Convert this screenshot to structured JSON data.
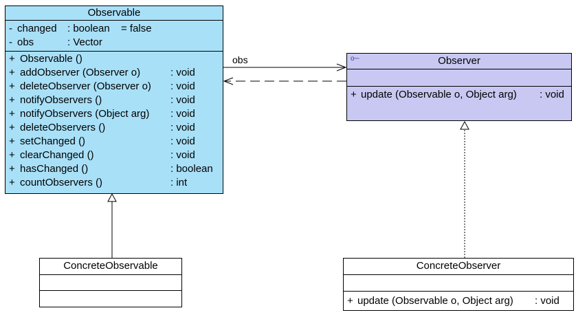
{
  "observable": {
    "name": "Observable",
    "attributes": [
      {
        "vis": "-",
        "name": "changed",
        "type": ": boolean",
        "default": "= false"
      },
      {
        "vis": "-",
        "name": "obs",
        "type": ": Vector",
        "default": ""
      }
    ],
    "operations": [
      {
        "vis": "+",
        "sig": "Observable ()",
        "ret": ""
      },
      {
        "vis": "+",
        "sig": "addObserver (Observer o)",
        "ret": ": void"
      },
      {
        "vis": "+",
        "sig": "deleteObserver (Observer o)",
        "ret": ": void"
      },
      {
        "vis": "+",
        "sig": "notifyObservers ()",
        "ret": ": void"
      },
      {
        "vis": "+",
        "sig": "notifyObservers (Object arg)",
        "ret": ": void"
      },
      {
        "vis": "+",
        "sig": "deleteObservers ()",
        "ret": ": void"
      },
      {
        "vis": "+",
        "sig": "setChanged ()",
        "ret": ": void"
      },
      {
        "vis": "+",
        "sig": "clearChanged ()",
        "ret": ": void"
      },
      {
        "vis": "+",
        "sig": "hasChanged ()",
        "ret": ": boolean"
      },
      {
        "vis": "+",
        "sig": "countObservers ()",
        "ret": ": int"
      }
    ]
  },
  "observer": {
    "name": "Observer",
    "interface_marker": "o─",
    "operations": [
      {
        "vis": "+",
        "sig": "update (Observable o, Object arg)",
        "ret": ": void"
      }
    ]
  },
  "concrete_observable": {
    "name": "ConcreteObservable"
  },
  "concrete_observer": {
    "name": "ConcreteObserver",
    "operations": [
      {
        "vis": "+",
        "sig": "update (Observable o, Object arg)",
        "ret": ": void"
      }
    ]
  },
  "association": {
    "label": "obs"
  },
  "colors": {
    "observable_fill": "#a8e0f8",
    "observer_fill": "#c8c8f2",
    "line": "#000000"
  }
}
